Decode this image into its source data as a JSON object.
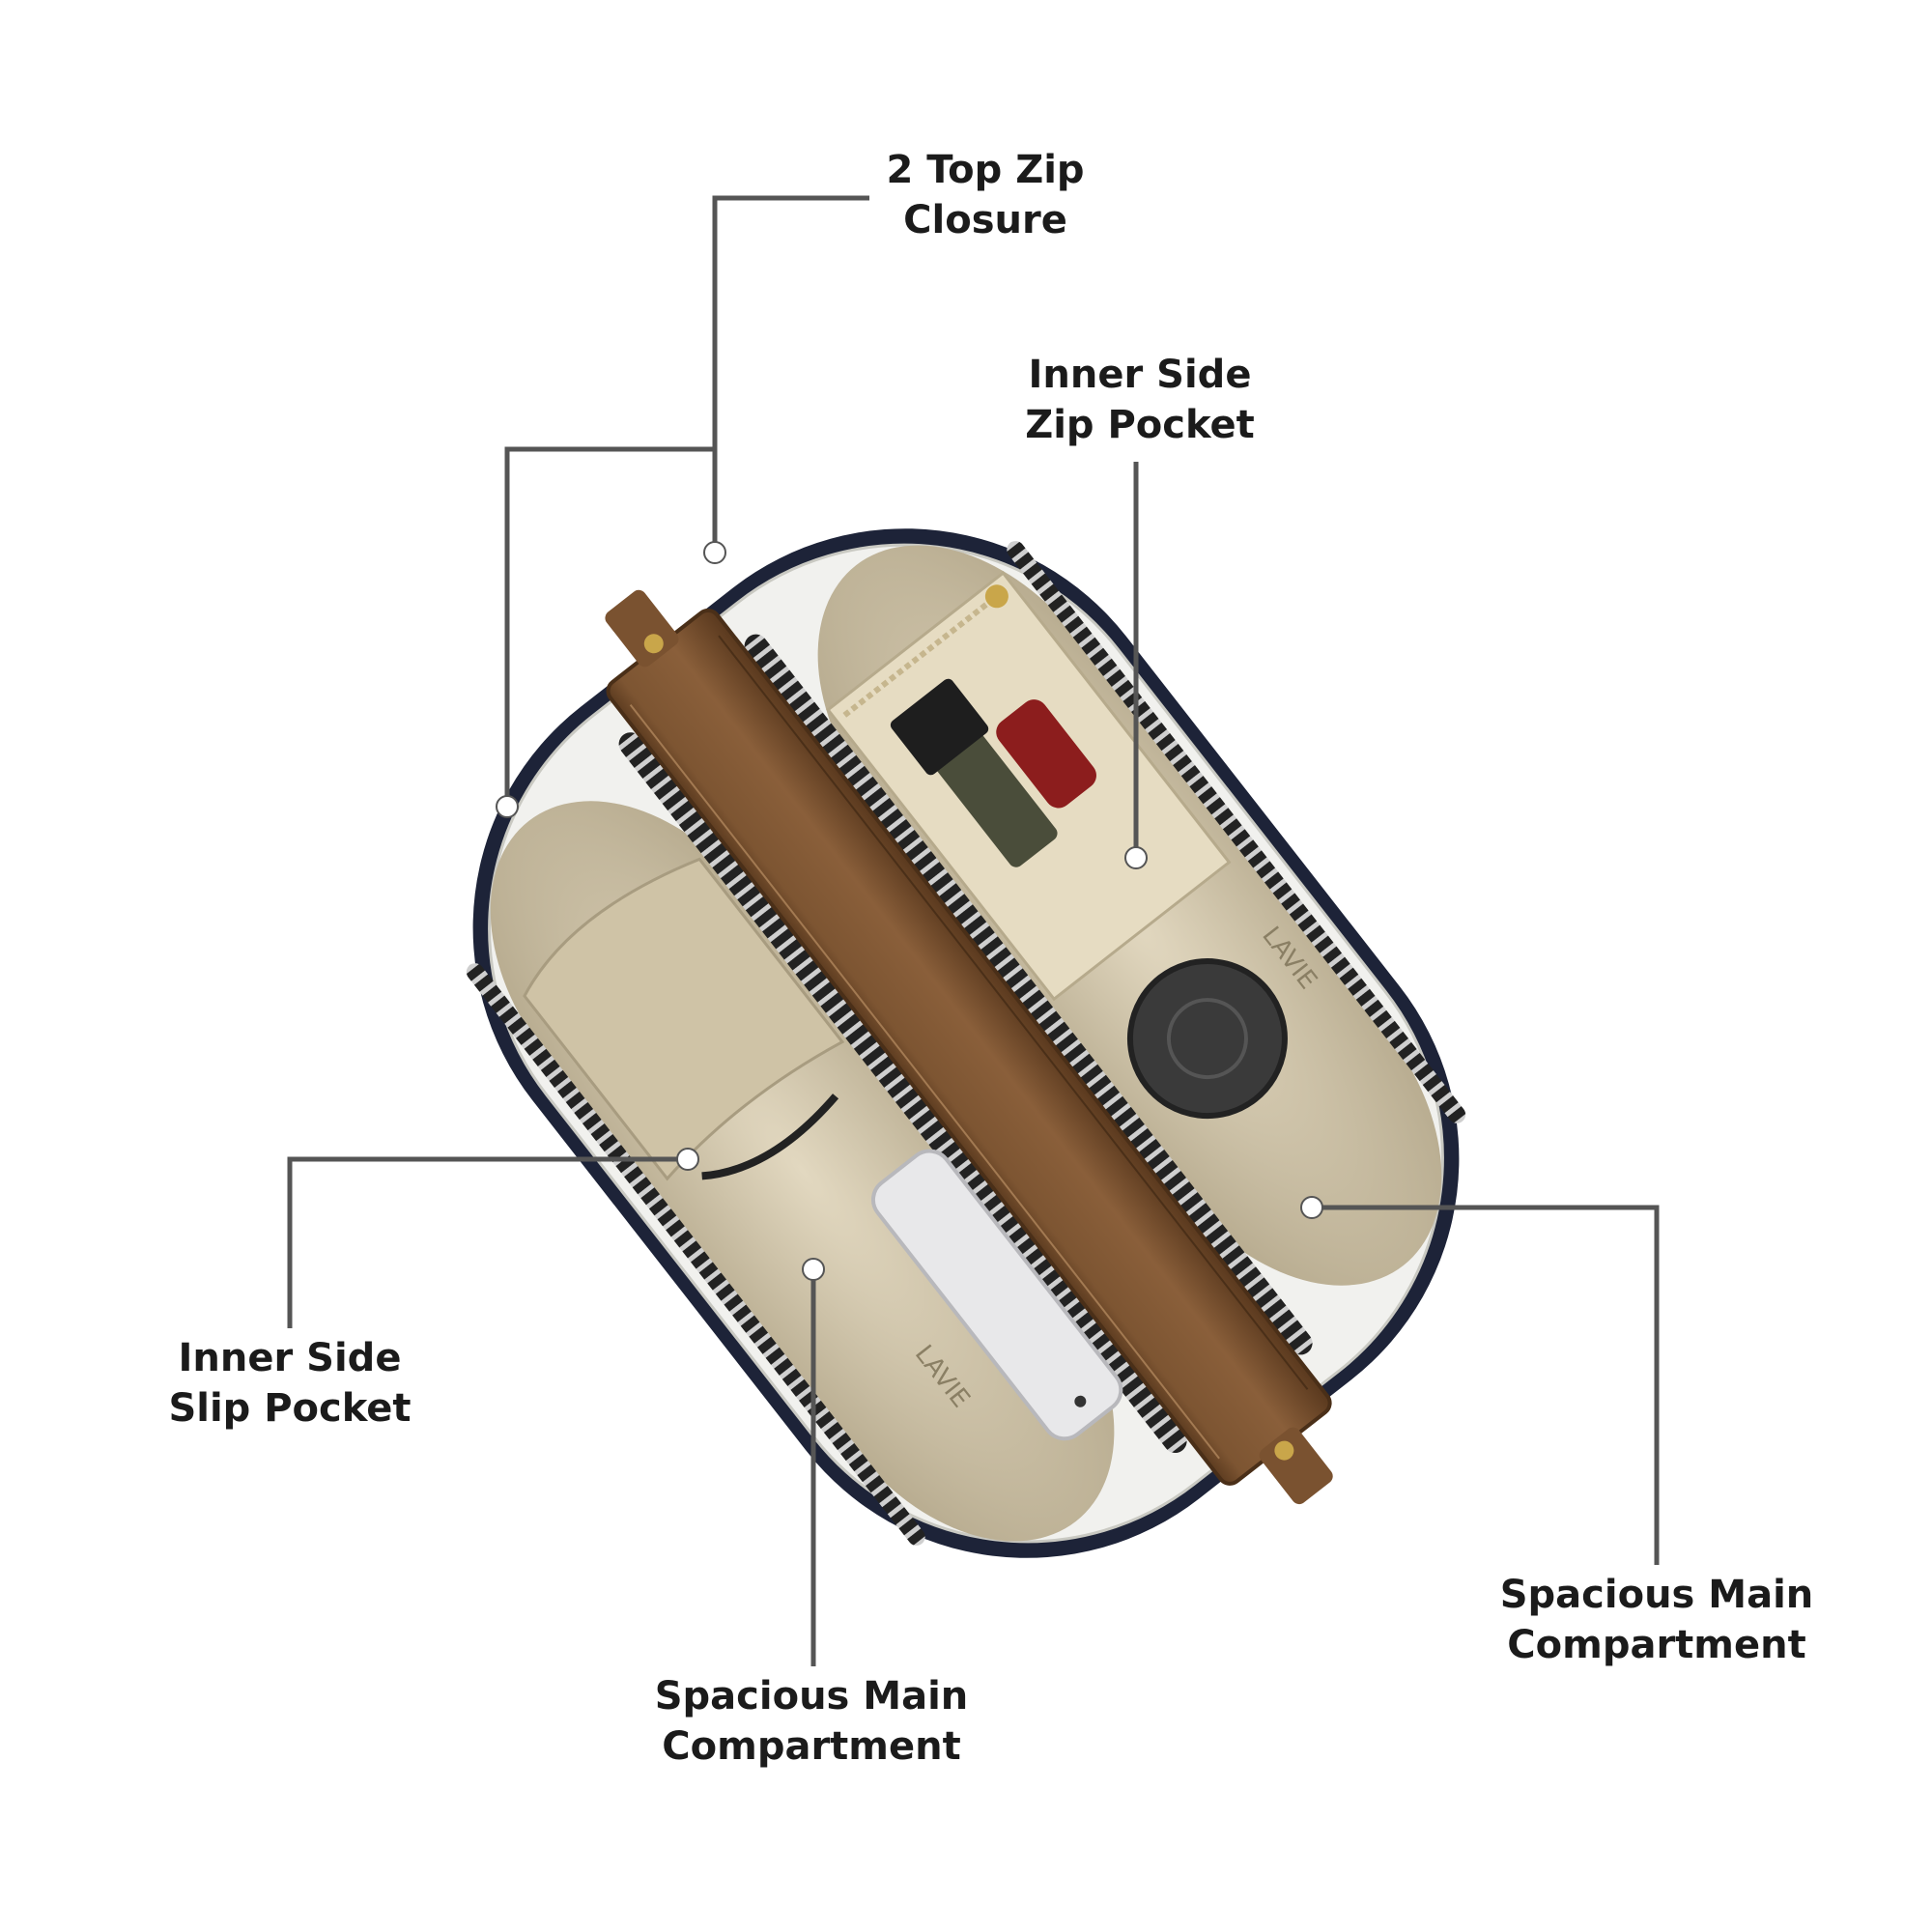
{
  "callouts": {
    "top_zip": {
      "line1": "2 Top Zip",
      "line2": "Closure"
    },
    "inner_zip_pocket": {
      "line1": "Inner Side",
      "line2": "Zip Pocket"
    },
    "inner_slip_pocket": {
      "line1": "Inner Side",
      "line2": "Slip Pocket"
    },
    "main_compartment_left": {
      "line1": "Spacious Main",
      "line2": "Compartment"
    },
    "main_compartment_right": {
      "line1": "Spacious Main",
      "line2": "Compartment"
    }
  },
  "brand": {
    "lining_text": "LAVIE"
  },
  "colors": {
    "callout_line": "#555555",
    "strap_brown": "#7a5230",
    "lining_beige": "#d9cfb6",
    "trim_white": "#f1f1ee",
    "body_navy": "#1d2338"
  }
}
